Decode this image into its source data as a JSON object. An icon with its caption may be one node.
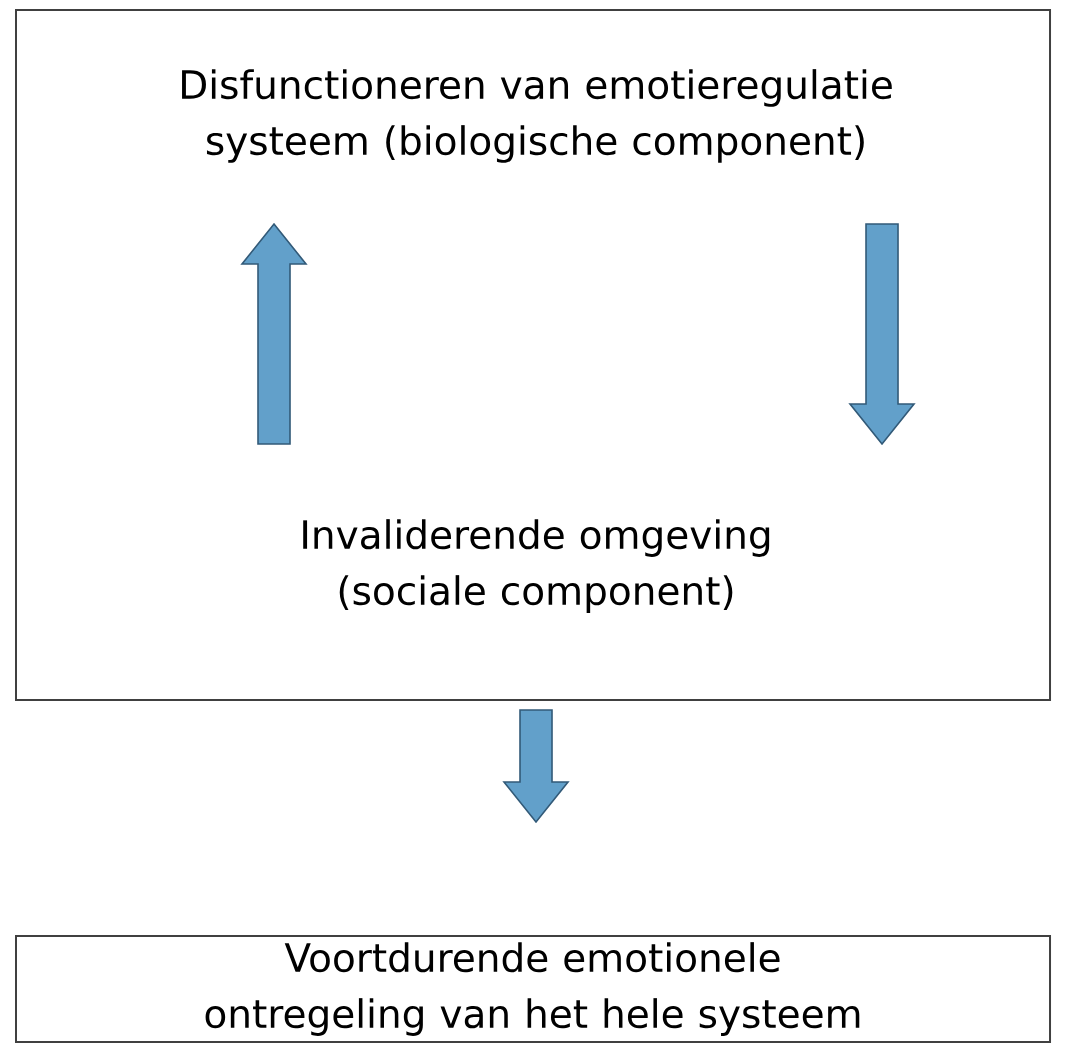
{
  "diagram": {
    "nodes": [
      {
        "text": [],
        "shape": "box"
      },
      {
        "text": [
          "Disfunctioneren van emotieregulatie systeem (biologische component)"
        ],
        "in": 0
      },
      {
        "text": [
          "Invaliderende omgeving (sociale component)"
        ],
        "in": 0
      },
      {
        "text": [
          "Voortdurende emotionele ontregeling van het hele systeem"
        ]
      }
    ],
    "edges": [
      {
        "from": 2,
        "to": 1,
        "arrow": "to"
      },
      {
        "from": 1,
        "to": 2,
        "arrow": "to"
      },
      {
        "from": 0,
        "to": 3,
        "arrow": "to"
      }
    ]
  }
}
